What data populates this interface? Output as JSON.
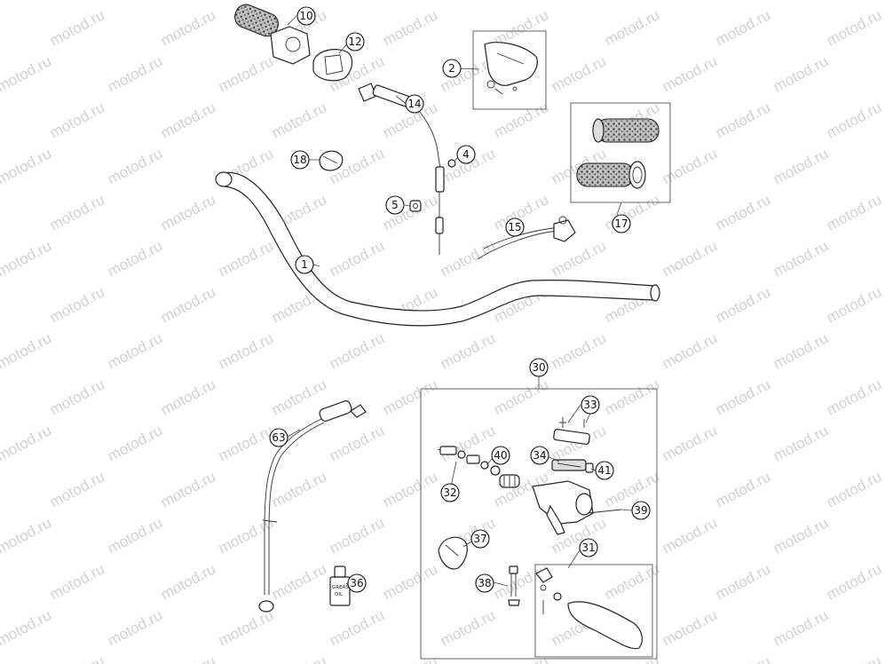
{
  "watermark": {
    "text": "motod.ru"
  },
  "callouts": {
    "c1": "1",
    "c2": "2",
    "c4": "4",
    "c5": "5",
    "c10": "10",
    "c12": "12",
    "c14": "14",
    "c15": "15",
    "c17": "17",
    "c18": "18",
    "c30": "30",
    "c31": "31",
    "c32": "32",
    "c33": "33",
    "c34": "34",
    "c36": "36",
    "c37": "37",
    "c38": "38",
    "c39": "39",
    "c40": "40",
    "c41": "41",
    "c63": "63"
  },
  "grease_label": {
    "line1": "GREASE",
    "line2": "OIL"
  },
  "icons": [
    "handlebar-icon",
    "grip-icon",
    "throttle-housing-icon",
    "cable-icon",
    "clutch-lever-icon",
    "brake-lever-icon",
    "bolt-icon",
    "switch-icon"
  ]
}
